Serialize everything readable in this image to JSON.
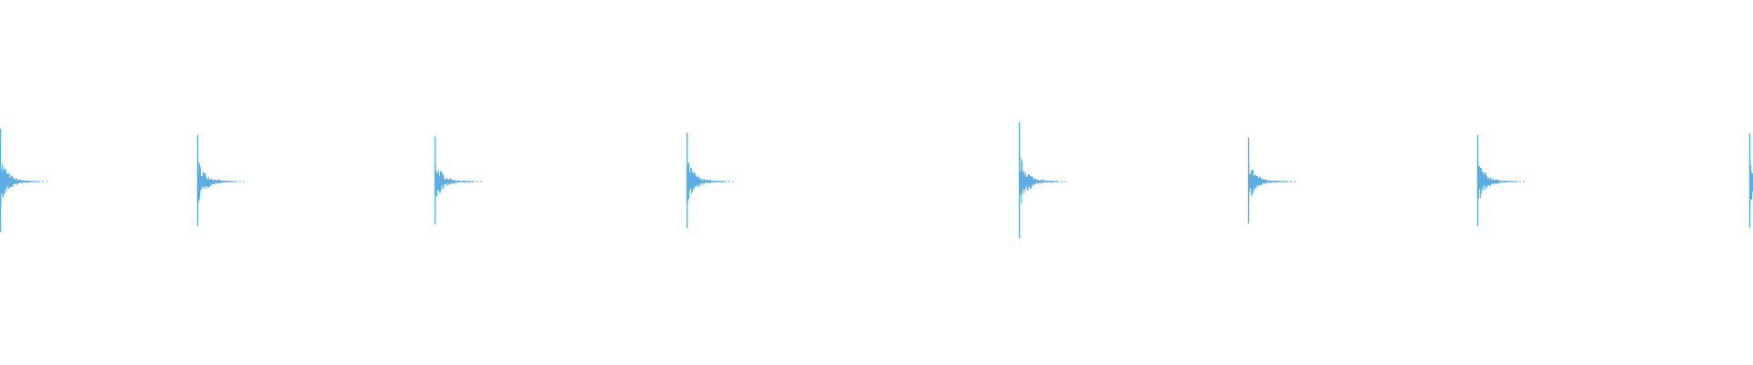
{
  "waveform": {
    "color": "#5aaee3",
    "background": "#ffffff",
    "onset_count": 8,
    "peak_amplitudes": [
      0.66,
      0.58,
      0.56,
      0.61,
      0.74,
      0.55,
      0.58,
      0.6
    ]
  }
}
